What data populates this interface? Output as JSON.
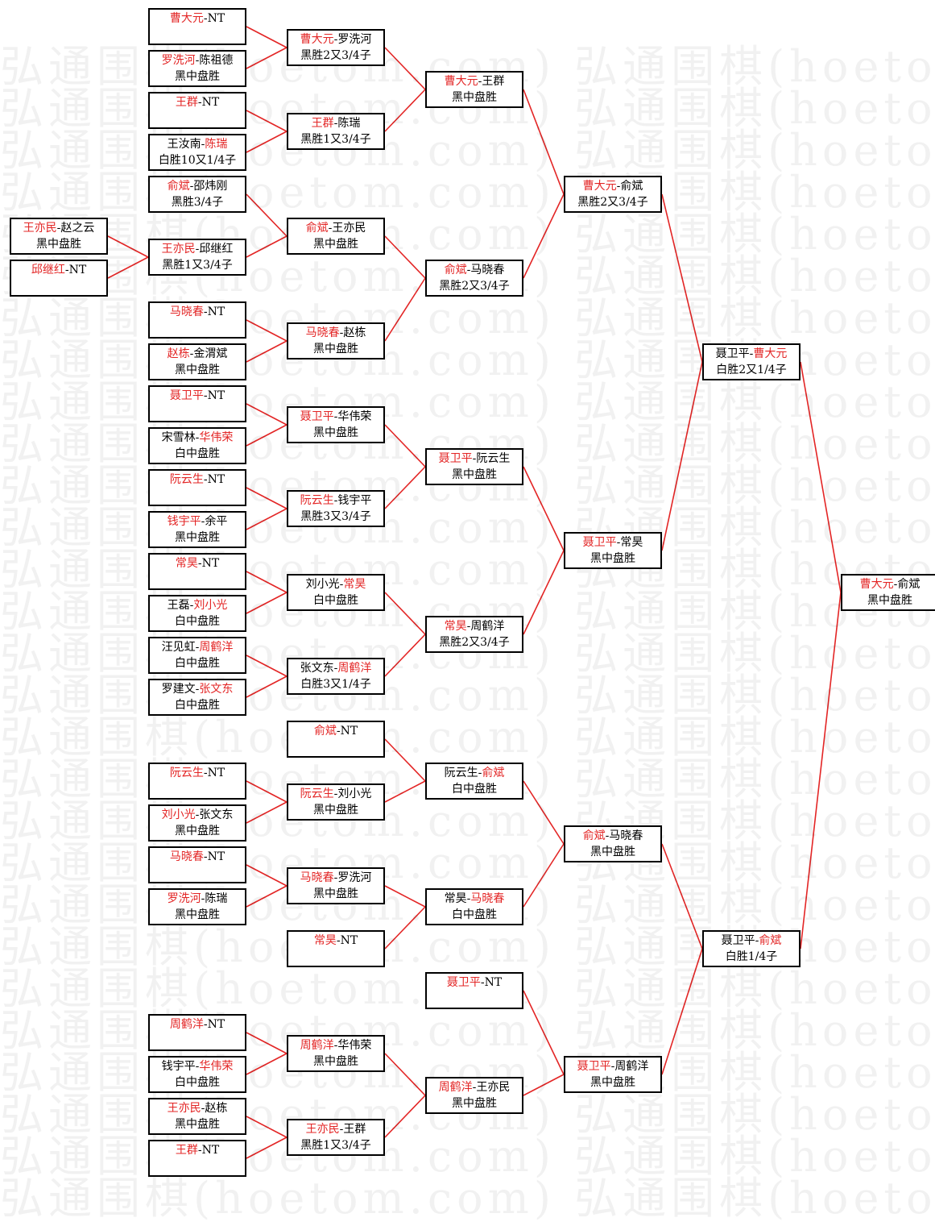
{
  "watermark": "弘通围棋(hoetom.com) 弘通围棋(hoetom.com)",
  "colors": {
    "winner": "#e32525",
    "connector": "#e32525",
    "border": "#000000"
  },
  "matches": [
    {
      "a": "曹大元",
      "sep": "-",
      "b": "NT",
      "w": "a",
      "res": ""
    },
    {
      "a": "罗洗河",
      "sep": "-",
      "b": "陈祖德",
      "w": "a",
      "res": "黑中盘胜"
    },
    {
      "a": "王群",
      "sep": "-",
      "b": "NT",
      "w": "a",
      "res": ""
    },
    {
      "a": "王汝南",
      "sep": "-",
      "b": "陈瑞",
      "w": "b",
      "res": "白胜10又1/4子"
    },
    {
      "a": "俞斌",
      "sep": "-",
      "b": "邵炜刚",
      "w": "a",
      "res": "黑胜3/4子"
    },
    {
      "a": "王亦民",
      "sep": "-",
      "b": "赵之云",
      "w": "a",
      "res": "黑中盘胜"
    },
    {
      "a": "邱继红",
      "sep": "-",
      "b": "NT",
      "w": "a",
      "res": ""
    },
    {
      "a": "马晓春",
      "sep": "-",
      "b": "NT",
      "w": "a",
      "res": ""
    },
    {
      "a": "赵栋",
      "sep": "-",
      "b": "金渭斌",
      "w": "a",
      "res": "黑中盘胜"
    },
    {
      "a": "聂卫平",
      "sep": "-",
      "b": "NT",
      "w": "a",
      "res": ""
    },
    {
      "a": "宋雪林",
      "sep": "-",
      "b": "华伟荣",
      "w": "b",
      "res": "白中盘胜"
    },
    {
      "a": "阮云生",
      "sep": "-",
      "b": "NT",
      "w": "a",
      "res": ""
    },
    {
      "a": "钱宇平",
      "sep": "-",
      "b": "余平",
      "w": "a",
      "res": "黑中盘胜"
    },
    {
      "a": "常昊",
      "sep": "-",
      "b": "NT",
      "w": "a",
      "res": ""
    },
    {
      "a": "王磊",
      "sep": "-",
      "b": "刘小光",
      "w": "b",
      "res": "白中盘胜"
    },
    {
      "a": "汪见虹",
      "sep": "-",
      "b": "周鹤洋",
      "w": "b",
      "res": "白中盘胜"
    },
    {
      "a": "罗建文",
      "sep": "-",
      "b": "张文东",
      "w": "b",
      "res": "白中盘胜"
    },
    {
      "a": "阮云生",
      "sep": "-",
      "b": "NT",
      "w": "a",
      "res": ""
    },
    {
      "a": "刘小光",
      "sep": "-",
      "b": "张文东",
      "w": "a",
      "res": "黑中盘胜"
    },
    {
      "a": "马晓春",
      "sep": "-",
      "b": "NT",
      "w": "a",
      "res": ""
    },
    {
      "a": "罗洗河",
      "sep": "-",
      "b": "陈瑞",
      "w": "a",
      "res": "黑中盘胜"
    },
    {
      "a": "周鹤洋",
      "sep": "-",
      "b": "NT",
      "w": "a",
      "res": ""
    },
    {
      "a": "钱宇平",
      "sep": "-",
      "b": "华伟荣",
      "w": "b",
      "res": "白中盘胜"
    },
    {
      "a": "王亦民",
      "sep": "-",
      "b": "赵栋",
      "w": "a",
      "res": "黑中盘胜"
    },
    {
      "a": "王群",
      "sep": "-",
      "b": "NT",
      "w": "a",
      "res": ""
    },
    {
      "a": "王亦民",
      "sep": "-",
      "b": "邱继红",
      "w": "a",
      "res": "黑胜1又3/4子"
    },
    {
      "a": "曹大元",
      "sep": "-",
      "b": "罗洗河",
      "w": "a",
      "res": "黑胜2又3/4子"
    },
    {
      "a": "王群",
      "sep": "-",
      "b": "陈瑞",
      "w": "a",
      "res": "黑胜1又3/4子"
    },
    {
      "a": "俞斌",
      "sep": "-",
      "b": "王亦民",
      "w": "a",
      "res": "黑中盘胜"
    },
    {
      "a": "马晓春",
      "sep": "-",
      "b": "赵栋",
      "w": "a",
      "res": "黑中盘胜"
    },
    {
      "a": "聂卫平",
      "sep": "-",
      "b": "华伟荣",
      "w": "a",
      "res": "黑中盘胜"
    },
    {
      "a": "阮云生",
      "sep": "-",
      "b": "钱宇平",
      "w": "a",
      "res": "黑胜3又3/4子"
    },
    {
      "a": "刘小光",
      "sep": "-",
      "b": "常昊",
      "w": "b",
      "res": "白中盘胜"
    },
    {
      "a": "张文东",
      "sep": "-",
      "b": "周鹤洋",
      "w": "b",
      "res": "白胜3又1/4子"
    },
    {
      "a": "俞斌",
      "sep": "-",
      "b": "NT",
      "w": "a",
      "res": ""
    },
    {
      "a": "阮云生",
      "sep": "-",
      "b": "刘小光",
      "w": "a",
      "res": "黑中盘胜"
    },
    {
      "a": "马晓春",
      "sep": "-",
      "b": "罗洗河",
      "w": "a",
      "res": "黑中盘胜"
    },
    {
      "a": "常昊",
      "sep": "-",
      "b": "NT",
      "w": "a",
      "res": ""
    },
    {
      "a": "周鹤洋",
      "sep": "-",
      "b": "华伟荣",
      "w": "a",
      "res": "黑中盘胜"
    },
    {
      "a": "王亦民",
      "sep": "-",
      "b": "王群",
      "w": "a",
      "res": "黑胜1又3/4子"
    },
    {
      "a": "曹大元",
      "sep": "-",
      "b": "王群",
      "w": "a",
      "res": "黑中盘胜"
    },
    {
      "a": "俞斌",
      "sep": "-",
      "b": "马晓春",
      "w": "a",
      "res": "黑胜2又3/4子"
    },
    {
      "a": "聂卫平",
      "sep": "-",
      "b": "阮云生",
      "w": "a",
      "res": "黑中盘胜"
    },
    {
      "a": "常昊",
      "sep": "-",
      "b": "周鹤洋",
      "w": "a",
      "res": "黑胜2又3/4子"
    },
    {
      "a": "阮云生",
      "sep": "-",
      "b": "俞斌",
      "w": "b",
      "res": "白中盘胜"
    },
    {
      "a": "常昊",
      "sep": "-",
      "b": "马晓春",
      "w": "b",
      "res": "白中盘胜"
    },
    {
      "a": "聂卫平",
      "sep": "-",
      "b": "NT",
      "w": "a",
      "res": ""
    },
    {
      "a": "周鹤洋",
      "sep": "-",
      "b": "王亦民",
      "w": "a",
      "res": "黑中盘胜"
    },
    {
      "a": "曹大元",
      "sep": "-",
      "b": "俞斌",
      "w": "a",
      "res": "黑胜2又3/4子"
    },
    {
      "a": "聂卫平",
      "sep": "-",
      "b": "常昊",
      "w": "a",
      "res": "黑中盘胜"
    },
    {
      "a": "俞斌",
      "sep": "-",
      "b": "马晓春",
      "w": "a",
      "res": "黑中盘胜"
    },
    {
      "a": "聂卫平",
      "sep": "-",
      "b": "周鹤洋",
      "w": "a",
      "res": "黑中盘胜"
    },
    {
      "a": "聂卫平",
      "sep": "-",
      "b": "曹大元",
      "w": "b",
      "res": "白胜2又1/4子"
    },
    {
      "a": "聂卫平",
      "sep": "-",
      "b": "俞斌",
      "w": "b",
      "res": "白胜1/4子"
    },
    {
      "a": "曹大元",
      "sep": "-",
      "b": "俞斌",
      "w": "a",
      "res": "黑中盘胜"
    }
  ]
}
